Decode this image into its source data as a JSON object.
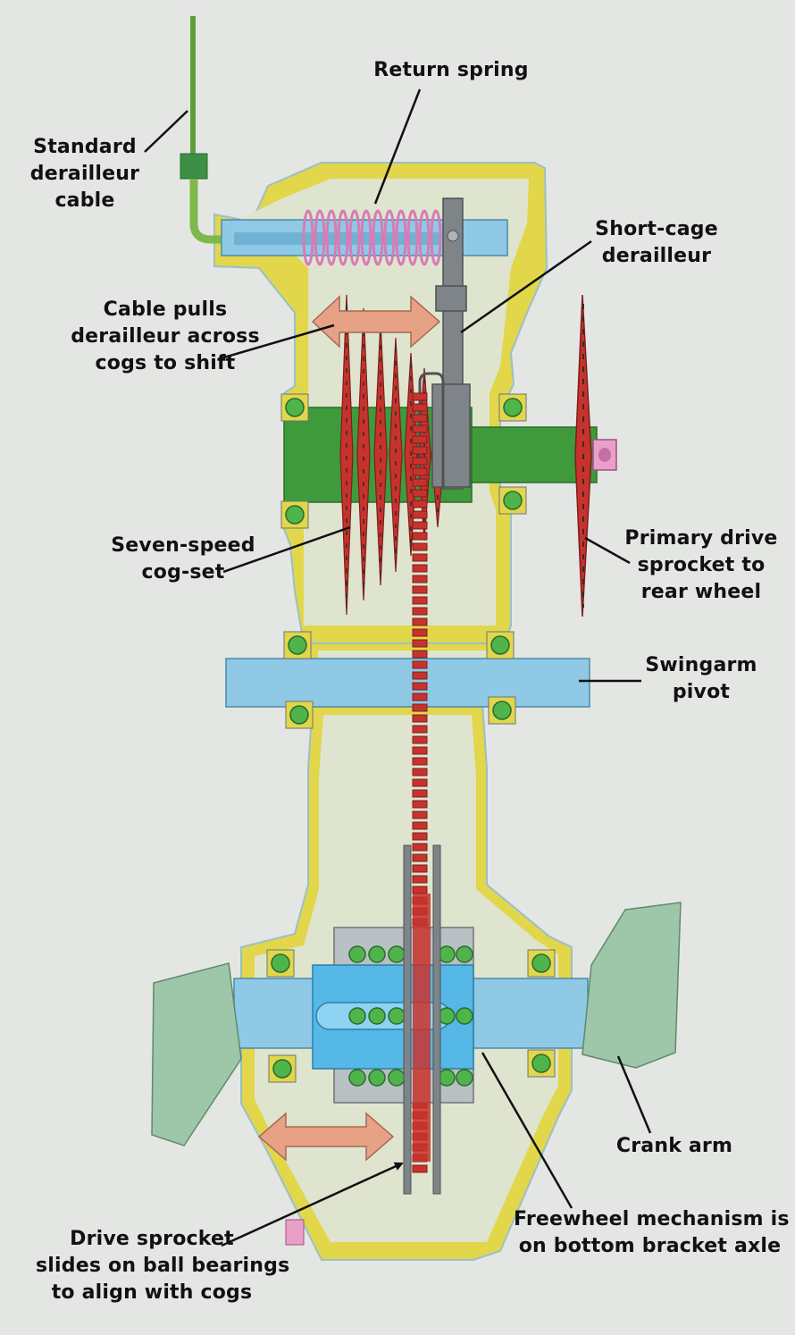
{
  "colors": {
    "background": "#e4e6e3",
    "housing_outline": "#e2d64b",
    "housing_fill": "#dfe4cf",
    "axle_blue": "#8fc9e6",
    "shaft_green": "#3f9a3c",
    "chain_red": "#c8322d",
    "derailleur_grey": "#7f8488",
    "spring_pink": "#d87bb6",
    "arrow_salmon": "#e7a286",
    "crank_green": "#9ec7a9",
    "bearing_green": "#4fb54a",
    "freewheel_blue": "#56b8e6"
  },
  "labels": {
    "return_spring": [
      "Return spring"
    ],
    "standard_cable": [
      "Standard",
      "derailleur",
      "cable"
    ],
    "short_cage": [
      "Short-cage",
      "derailleur"
    ],
    "cable_pulls": [
      "Cable pulls",
      "derailleur across",
      "cogs to shift"
    ],
    "cog_set": [
      "Seven-speed",
      "cog-set"
    ],
    "primary_drive": [
      "Primary drive",
      "sprocket to",
      "rear wheel"
    ],
    "swingarm": [
      "Swingarm",
      "pivot"
    ],
    "crank_arm": [
      "Crank arm"
    ],
    "freewheel": [
      "Freewheel mechanism is",
      "on bottom bracket axle"
    ],
    "drive_sprocket": [
      "Drive sprocket",
      "slides on ball bearings",
      "to align with cogs"
    ]
  }
}
